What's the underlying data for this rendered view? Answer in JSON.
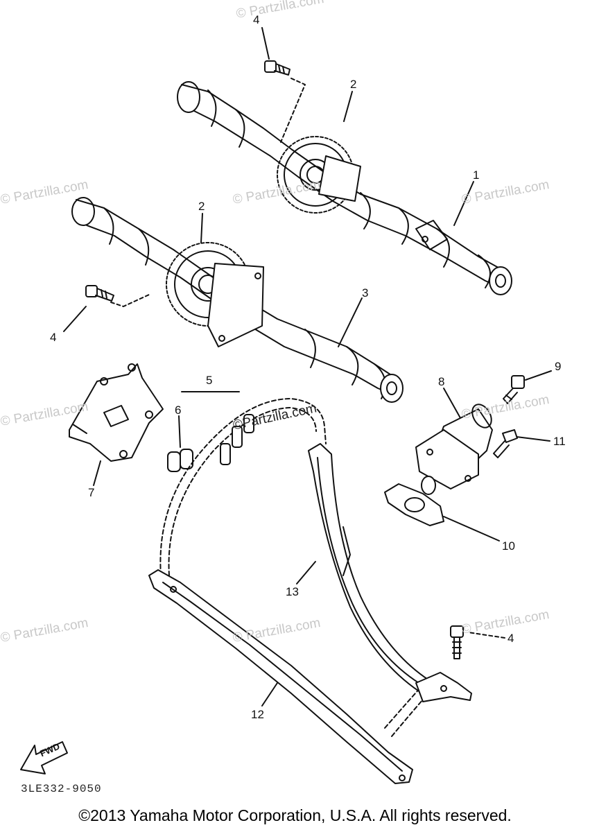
{
  "callouts": {
    "c1": "1",
    "c2a": "2",
    "c2b": "2",
    "c3": "3",
    "c4a": "4",
    "c4b": "4",
    "c4c": "4",
    "c5": "5",
    "c6": "6",
    "c7": "7",
    "c8": "8",
    "c9": "9",
    "c10": "10",
    "c11": "11",
    "c12": "12",
    "c13": "13"
  },
  "watermarks": {
    "w1": "© Partzilla.com",
    "w2": "© Partzilla.com",
    "w3": "© Partzilla.com",
    "w4": "© Partzilla.com",
    "w5": "© Partzilla.com",
    "w6": "© Partzilla.com",
    "w7": "© Partzilla.com",
    "w8": "© Partzilla.com",
    "w9": "© Partzilla.com",
    "center": "©Partzilla.com"
  },
  "fwd_label": "FWD",
  "diagram_code": "3LE332-9050",
  "copyright": "©2013 Yamaha Motor Corporation, U.S.A. All rights reserved."
}
